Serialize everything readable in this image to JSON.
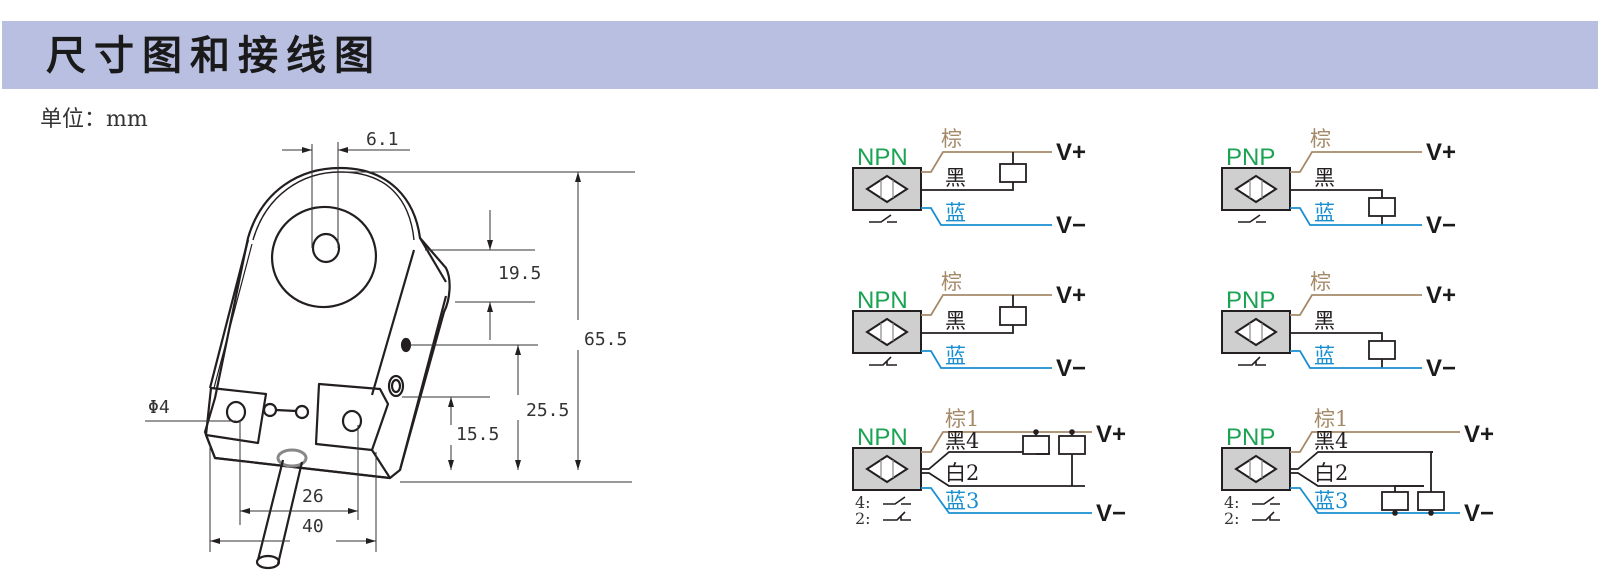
{
  "header": {
    "title": "尺寸图和接线图"
  },
  "unit": {
    "label": "单位：mm"
  },
  "dimensions": {
    "top_offset": "6.1",
    "side_height": "19.5",
    "overall_height": "65.5",
    "hole_height_upper": "25.5",
    "hole_height_lower": "15.5",
    "hole_diameter": "Φ4",
    "hole_spacing": "26",
    "overall_width": "40"
  },
  "wiring": {
    "colors": {
      "brown": "#a58a6a",
      "black": "#231f20",
      "blue": "#1a8fd0",
      "green": "#1aa352",
      "box": "#cfcfcf"
    },
    "vplus": "V+",
    "vminus": "V−",
    "diagrams": [
      {
        "type": "NPN",
        "brown": "棕",
        "black": "黑",
        "blue": "蓝",
        "switch": "NO"
      },
      {
        "type": "PNP",
        "brown": "棕",
        "black": "黑",
        "blue": "蓝",
        "switch": "NO"
      },
      {
        "type": "NPN",
        "brown": "棕",
        "black": "黑",
        "blue": "蓝",
        "switch": "NC"
      },
      {
        "type": "PNP",
        "brown": "棕",
        "black": "黑",
        "blue": "蓝",
        "switch": "NC"
      },
      {
        "type": "NPN",
        "brown": "棕1",
        "black": "黑4",
        "white": "白2",
        "blue": "蓝3",
        "sw4": "4:",
        "sw2": "2:"
      },
      {
        "type": "PNP",
        "brown": "棕1",
        "black": "黑4",
        "white": "白2",
        "blue": "蓝3",
        "sw4": "4:",
        "sw2": "2:"
      }
    ]
  }
}
